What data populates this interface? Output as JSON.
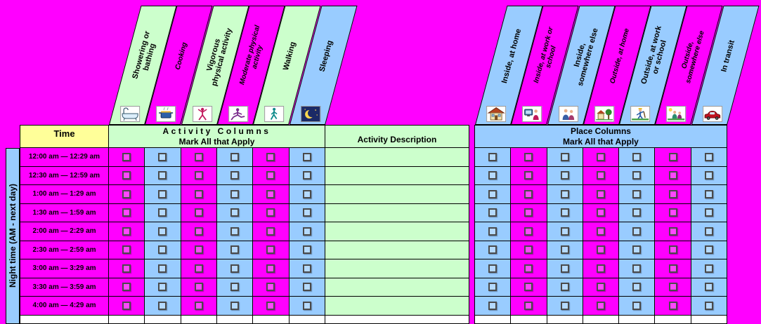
{
  "colors": {
    "background": "#FF00FF",
    "table_blue": "#99CCFF",
    "table_green": "#CCFFCC",
    "time_header_yellow": "#FFFF99",
    "night_sky_icon_bg": "#1B2A66"
  },
  "table": {
    "time_header": "Time",
    "activity_header_title": "Activity Columns",
    "activity_header_subtitle": "Mark All that Apply",
    "description_header": "Activity Description",
    "place_header_title": "Place Columns",
    "place_header_subtitle": "Mark All that Apply",
    "row_group_label": "Night time (AM - next day)",
    "checkbox_default_state": "unchecked",
    "rows": [
      "12:00 am — 12:29 am",
      "12:30 am — 12:59 am",
      "1:00 am — 1:29 am",
      "1:30 am — 1:59 am",
      "2:00 am — 2:29 am",
      "2:30 am — 2:59 am",
      "3:00 am — 3:29 am",
      "3:30 am — 3:59 am",
      "4:00 am — 4:29 am"
    ]
  },
  "activity_columns": [
    {
      "id": "showering",
      "label": "Showering or bathing",
      "icon": "bathtub-icon",
      "header_color": "#CCFFCC",
      "column_color": "#FF00FF",
      "icon_bg": "#FFFFFF"
    },
    {
      "id": "cooking",
      "label": "Cooking",
      "icon": "cooking-pot-icon",
      "header_color": "#FF00FF",
      "column_color": "#99CCFF",
      "icon_bg": "#FFFFFF"
    },
    {
      "id": "vigorous-activity",
      "label": "Vigorous physical activity",
      "icon": "exercising-icon",
      "header_color": "#CCFFCC",
      "column_color": "#FF00FF",
      "icon_bg": "#FFFFFF"
    },
    {
      "id": "moderate-activity",
      "label": "Moderate physical activity",
      "icon": "stretching-icon",
      "header_color": "#FF00FF",
      "column_color": "#99CCFF",
      "icon_bg": "#FFFFFF"
    },
    {
      "id": "walking",
      "label": "Walking",
      "icon": "walking-icon",
      "header_color": "#CCFFCC",
      "column_color": "#FF00FF",
      "icon_bg": "#FFFFFF"
    },
    {
      "id": "sleeping",
      "label": "Sleeping",
      "icon": "sleeping-moon-icon",
      "header_color": "#99CCFF",
      "column_color": "#99CCFF",
      "icon_bg": "#1B2A66"
    }
  ],
  "place_columns": [
    {
      "id": "inside-home",
      "label": "Inside, at home",
      "icon": "house-icon",
      "header_color": "#99CCFF",
      "column_color": "#99CCFF",
      "icon_bg": "#FFFFFF"
    },
    {
      "id": "inside-work-school",
      "label": "Inside, at work or school",
      "icon": "computer-user-icon",
      "header_color": "#FF00FF",
      "column_color": "#FF00FF",
      "icon_bg": "#FFFFFF"
    },
    {
      "id": "inside-somewhere-else",
      "label": "Inside, somewhere else",
      "icon": "indoor-people-icon",
      "header_color": "#99CCFF",
      "column_color": "#99CCFF",
      "icon_bg": "#FFFFFF"
    },
    {
      "id": "outside-home",
      "label": "Outside, at home",
      "icon": "outside-home-icon",
      "header_color": "#FF00FF",
      "column_color": "#FF00FF",
      "icon_bg": "#FFFFFF"
    },
    {
      "id": "outside-work-school",
      "label": "Outside, at work or school",
      "icon": "outdoor-worker-icon",
      "header_color": "#99CCFF",
      "column_color": "#99CCFF",
      "icon_bg": "#FFFFFF"
    },
    {
      "id": "outside-somewhere-else",
      "label": "Outside, somewhere else",
      "icon": "outdoor-leisure-icon",
      "header_color": "#FF00FF",
      "column_color": "#FF00FF",
      "icon_bg": "#FFFFFF"
    },
    {
      "id": "in-transit",
      "label": "In transit",
      "icon": "car-icon",
      "header_color": "#99CCFF",
      "column_color": "#99CCFF",
      "icon_bg": "#FFFFFF"
    }
  ]
}
